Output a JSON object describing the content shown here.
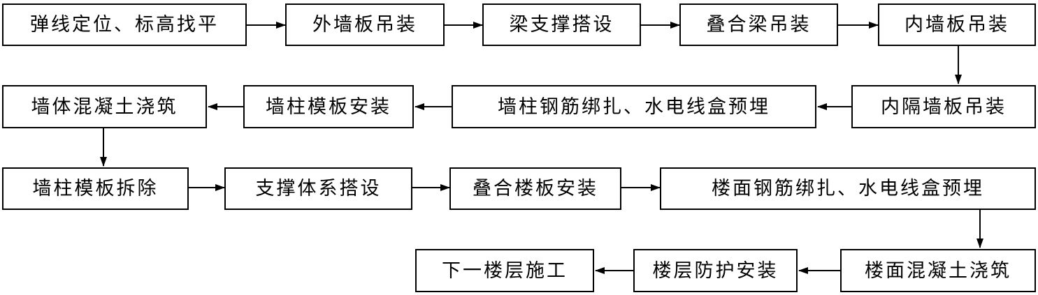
{
  "steps": [
    "弹线定位、标高找平",
    "外墙板吊装",
    "梁支撑搭设",
    "叠合梁吊装",
    "内墙板吊装",
    "内隔墙板吊装",
    "墙柱钢筋绑扎、水电线盒预埋",
    "墙柱模板安装",
    "墙体混凝土浇筑",
    "墙柱模板拆除",
    "支撑体系搭设",
    "叠合楼板安装",
    "楼面钢筋绑扎、水电线盒预埋",
    "楼面混凝土浇筑",
    "楼层防护安装",
    "下一楼层施工"
  ],
  "line_color": "#000000"
}
